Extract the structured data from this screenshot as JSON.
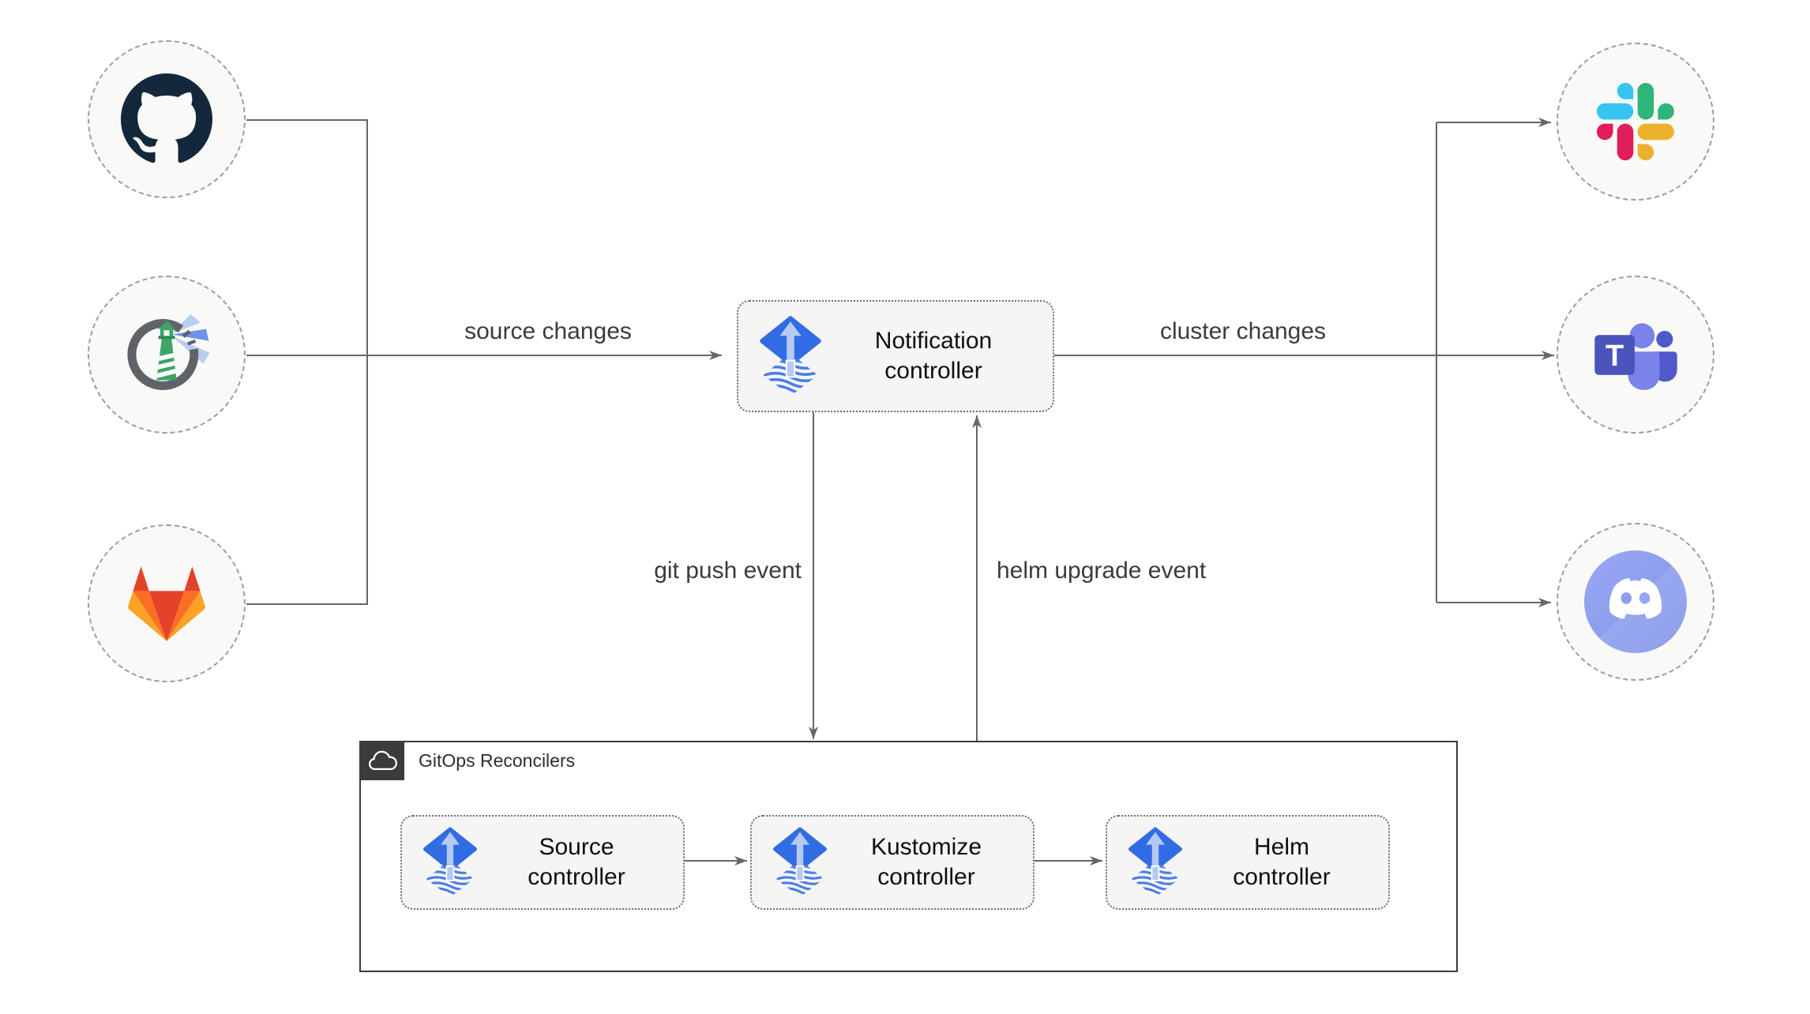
{
  "diagram_type": "flux-gitops-notification-architecture",
  "nodes": {
    "notification": {
      "label1": "Notification",
      "label2": "controller"
    },
    "source": {
      "label1": "Source",
      "label2": "controller"
    },
    "kustomize": {
      "label1": "Kustomize",
      "label2": "controller"
    },
    "helm": {
      "label1": "Helm",
      "label2": "controller"
    },
    "group_label": "GitOps Reconcilers"
  },
  "edges": {
    "source_changes": "source changes",
    "cluster_changes": "cluster changes",
    "git_push_event": "git push event",
    "helm_upgrade_event": "helm upgrade event"
  },
  "endpoints": {
    "sources": [
      "github",
      "harbor-lighthouse-registry",
      "gitlab"
    ],
    "targets": [
      "slack",
      "microsoft-teams",
      "discord"
    ]
  },
  "icons": {
    "flux": "flux-icon",
    "github": "github-icon",
    "harbor": "lighthouse-icon",
    "gitlab": "gitlab-icon",
    "slack": "slack-icon",
    "teams": "teams-icon",
    "discord": "discord-icon",
    "cloud": "cloud-icon"
  },
  "colors": {
    "line": "#666666",
    "node_fill": "#f5f5f5",
    "node_border": "#6e6e6e",
    "circle_fill": "#f9f9f7",
    "circle_border": "#9e9e9e",
    "group_border": "#3b3b3b",
    "badge_bg": "#3b3b3b",
    "flux_blue": "#316CE4",
    "flux_light_blue": "#B5C9F4",
    "flux_wave_blue": "#4A7BE8",
    "github_dark": "#14283c",
    "gitlab_red": "#E24329",
    "gitlab_orange": "#FC6D26",
    "gitlab_yellow": "#FCA326",
    "slack_blue": "#36C5F0",
    "slack_green": "#2EB67D",
    "slack_yellow": "#ECB22E",
    "slack_red": "#E01E5A",
    "teams_dark_purple": "#4B53BC",
    "teams_light_purple": "#7B83EB",
    "discord_blurple": "#8C9EF0",
    "harbor_green": "#3EA564",
    "harbor_ring_gray": "#5f6368",
    "text": "#0f0f0f",
    "edge_label_text": "#3b3b3b"
  }
}
